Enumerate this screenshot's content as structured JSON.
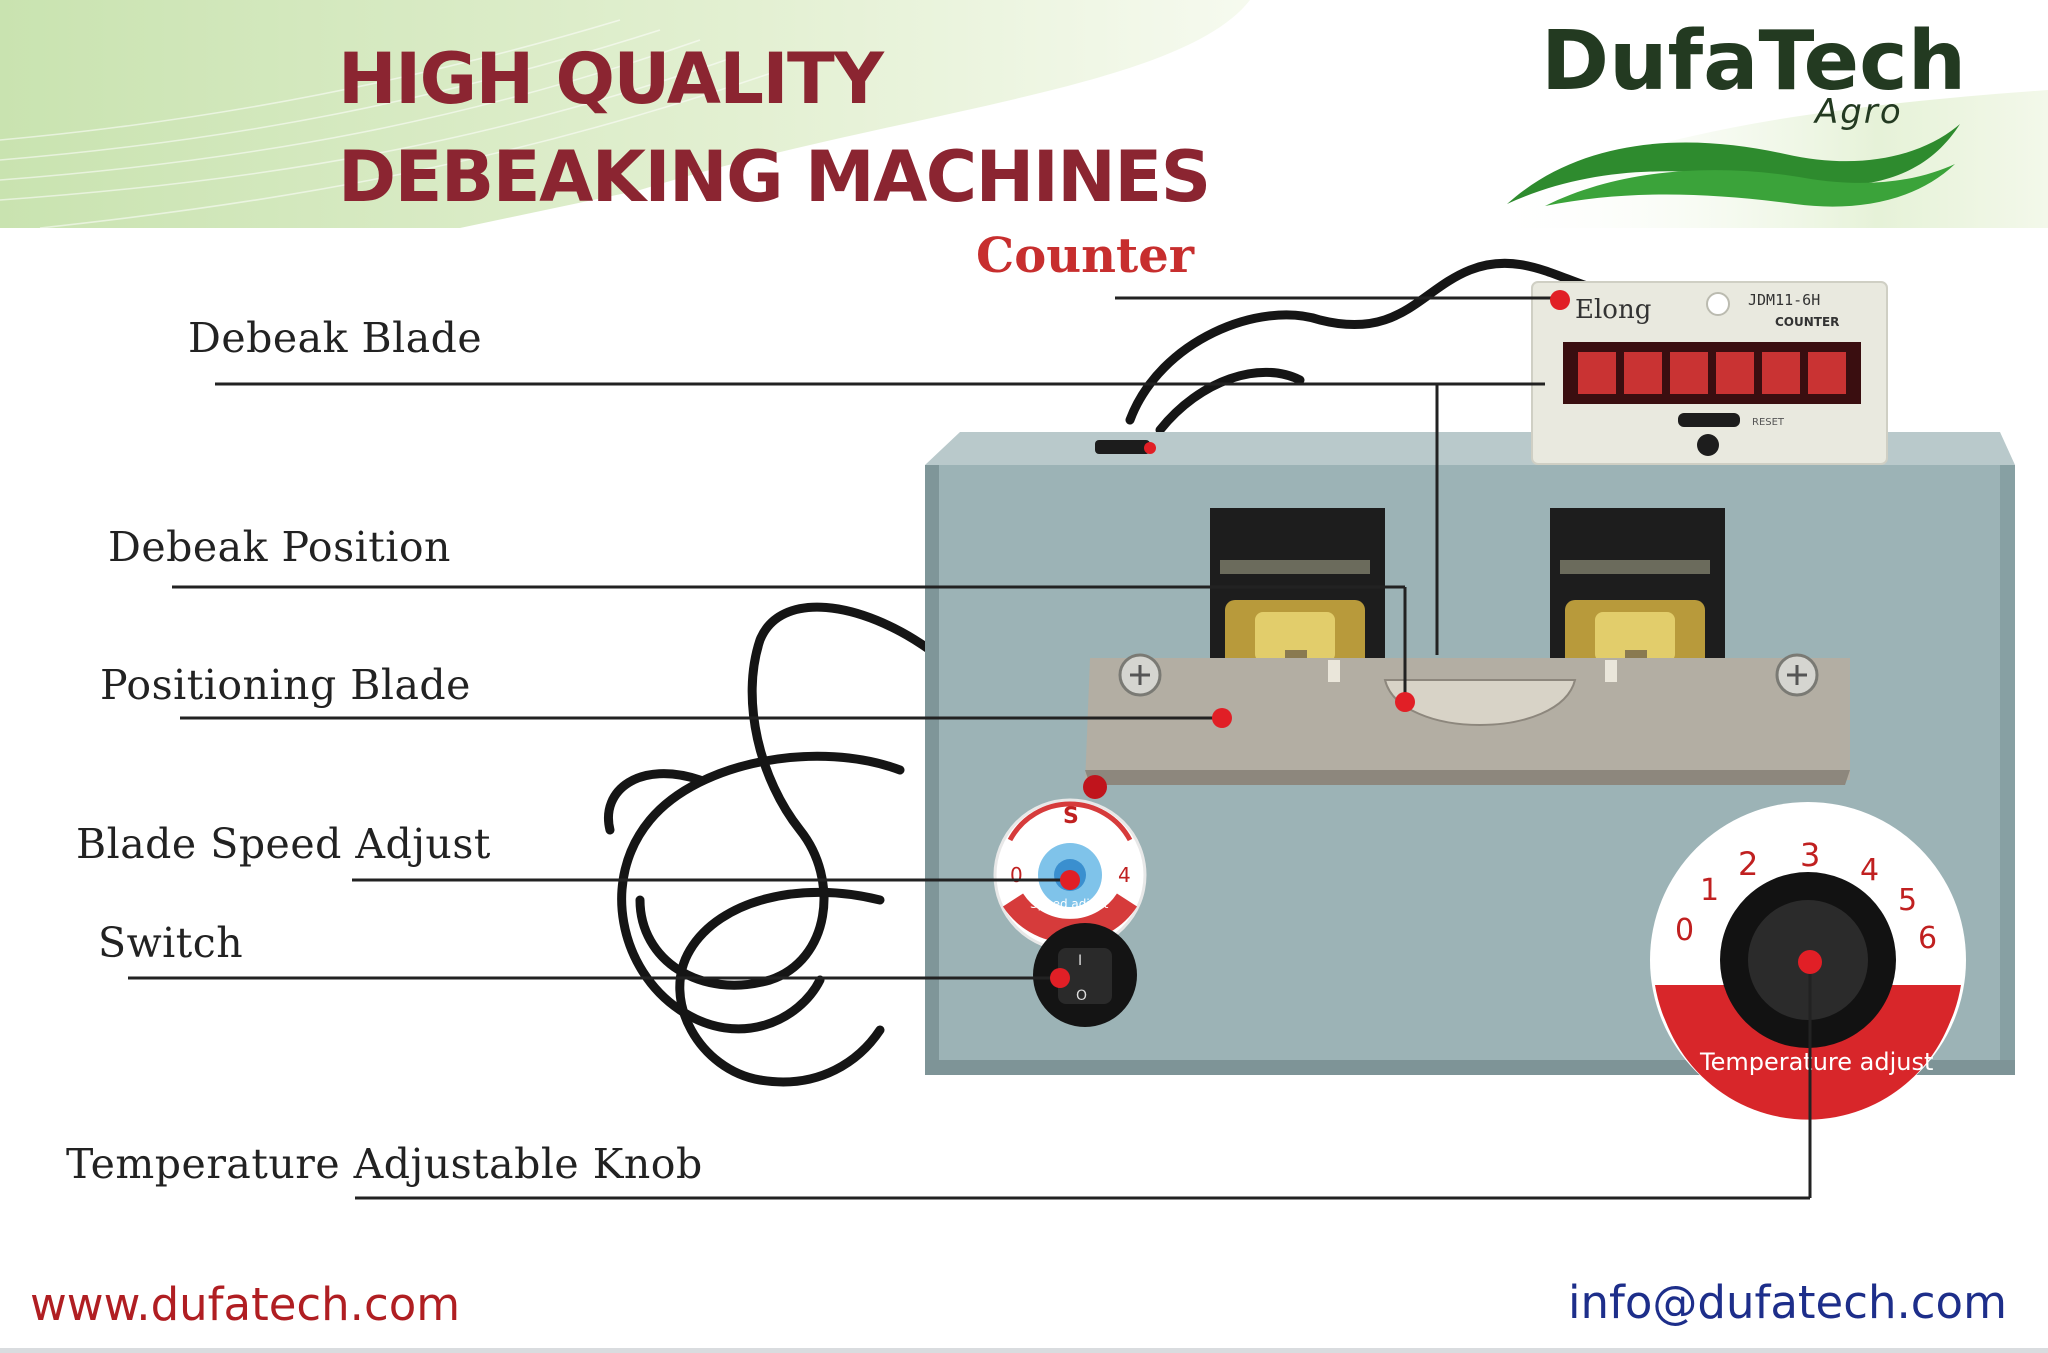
{
  "header": {
    "title_line1": "HIGH QUALITY",
    "title_line2": "DEBEAKING MACHINES"
  },
  "logo": {
    "name": "DufaTech",
    "sub": "Agro"
  },
  "callouts": {
    "counter": "Counter",
    "debeak_blade": "Debeak Blade",
    "debeak_position": "Debeak Position",
    "positioning_blade": "Positioning  Blade",
    "blade_speed_adjust": "Blade Speed Adjust",
    "switch": "Switch",
    "temperature_knob": "Temperature Adjustable Knob"
  },
  "machine": {
    "counter_brand": "Elong",
    "counter_model": "JDM11-6H",
    "counter_type": "COUNTER",
    "counter_reset": "RESET",
    "speed_mark": "S",
    "speed_min": "0",
    "speed_max": "4",
    "speed_dial_label": "Speed adjust",
    "switch_on": "I",
    "switch_off": "O",
    "temp_dial_numbers": [
      "0",
      "1",
      "2",
      "3",
      "4",
      "5",
      "6"
    ],
    "temp_dial_label": "Temperature adjust"
  },
  "footer": {
    "website": "www.dufatech.com",
    "email": "info@dufatech.com"
  },
  "colors": {
    "title": "#8b2531",
    "logo_green": "#2e8b2e",
    "callout_marker": "#e11f26",
    "machine_body": "#9cb3b6",
    "website": "#b01e22",
    "email": "#1d2e8a"
  }
}
